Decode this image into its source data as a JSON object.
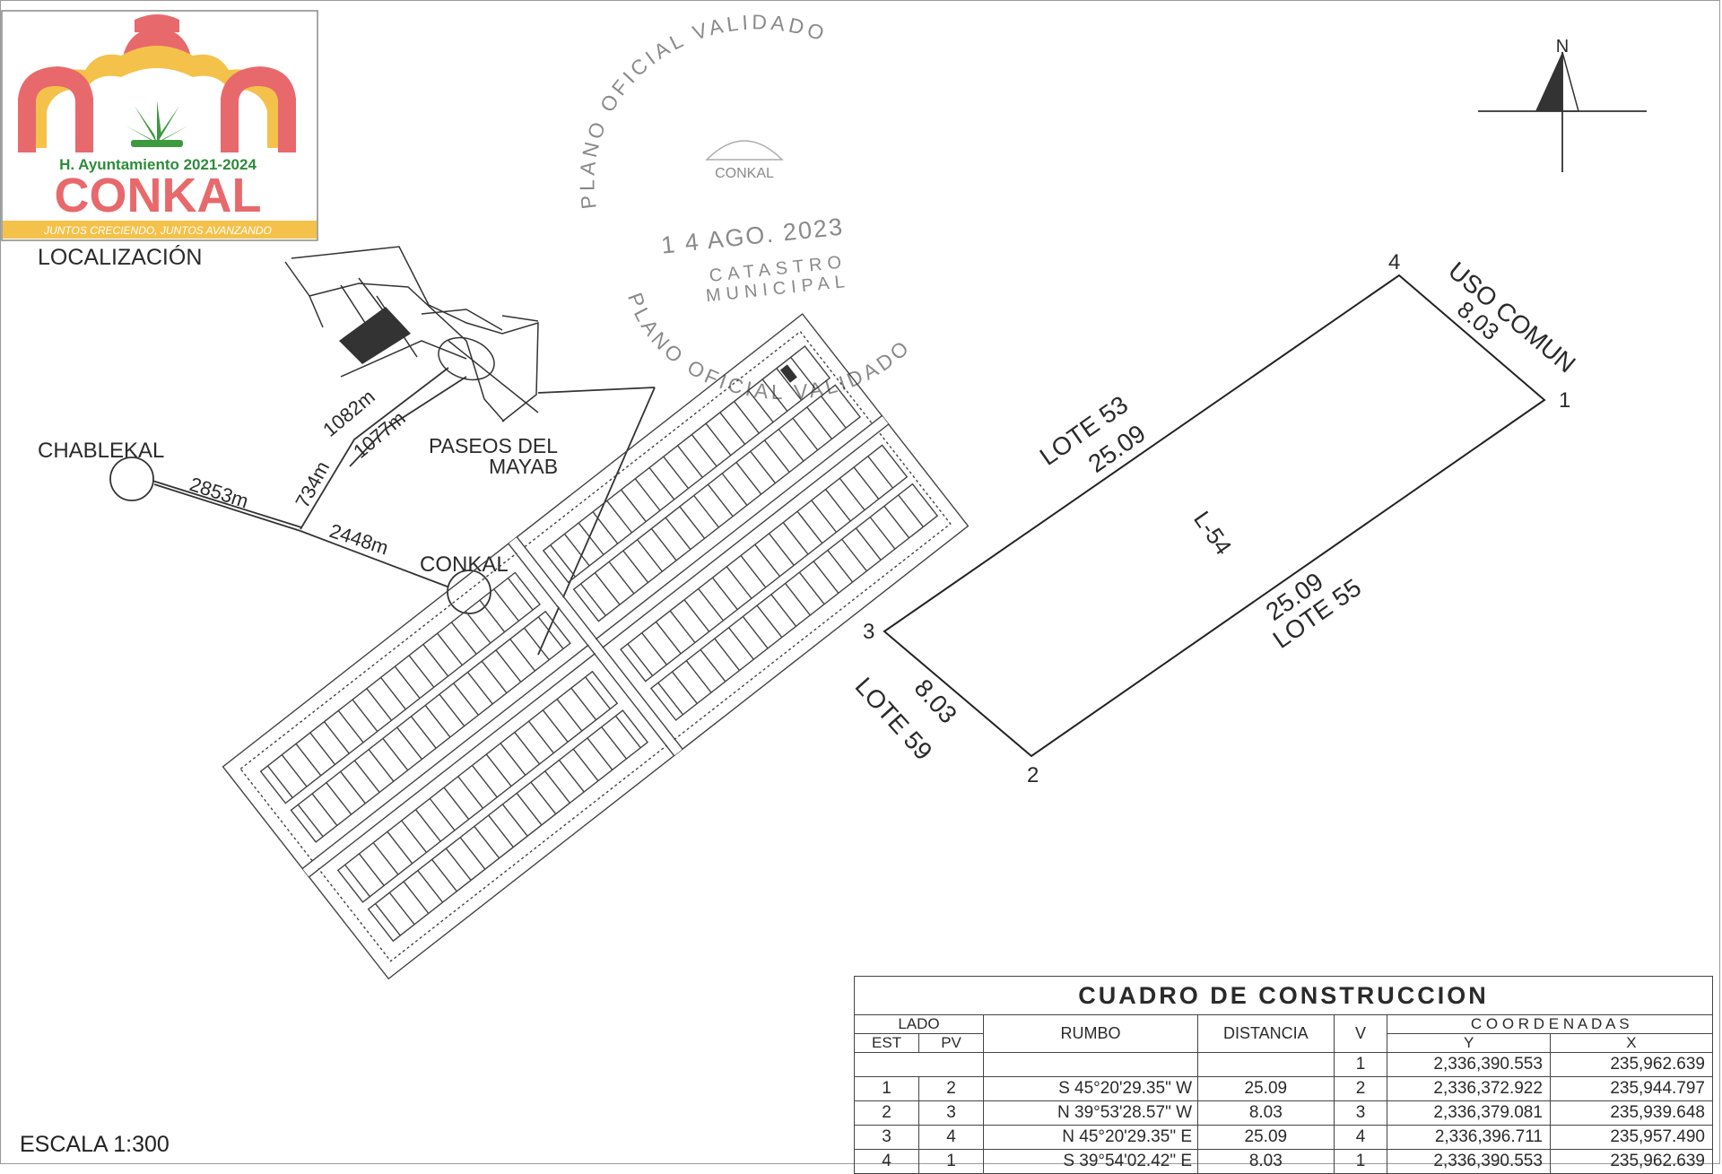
{
  "logo": {
    "subtitle": "H. Ayuntamiento 2021-2024",
    "name": "CONKAL",
    "slogan": "JUNTOS CRECIENDO, JUNTOS AVANZANDO"
  },
  "location_map": {
    "title": "LOCALIZACIÓN",
    "places": [
      "CHABLEKAL",
      "PASEOS DEL",
      "MAYAB",
      "CONKAL"
    ],
    "distances": [
      "1082m",
      "1077m",
      "734m",
      "2853m",
      "2448m"
    ]
  },
  "stamp": {
    "top_text": "PLANO OFICIAL VALIDADO",
    "emblem_text": "CONKAL",
    "date": "1 4 AGO. 2023",
    "line1": "CATASTRO",
    "line2": "MUNICIPAL",
    "bottom_text": "PLANO OFICIAL VALIDADO"
  },
  "north_label": "N",
  "lot": {
    "id": "L-54",
    "vertices": [
      "1",
      "2",
      "3",
      "4"
    ],
    "side_top_neighbor": "LOTE 53",
    "side_top_length": "25.09",
    "side_right_neighbor": "USO COMUN",
    "side_right_length": "8.03",
    "side_bottom_neighbor": "LOTE 55",
    "side_bottom_length": "25.09",
    "side_left_neighbor": "LOTE 59",
    "side_left_length": "8.03"
  },
  "table": {
    "title": "CUADRO DE CONSTRUCCION",
    "lado": "LADO",
    "est": "EST",
    "pv": "PV",
    "rumbo": "RUMBO",
    "distancia": "DISTANCIA",
    "v": "V",
    "coordenadas": "C O O R D E N A D A S",
    "y": "Y",
    "x": "X",
    "first_row": {
      "v": "1",
      "y": "2,336,390.553",
      "x": "235,962.639"
    },
    "rows": [
      {
        "est": "1",
        "pv": "2",
        "rumbo": "S 45°20'29.35\" W",
        "dist": "25.09",
        "v": "2",
        "y": "2,336,372.922",
        "x": "235,944.797"
      },
      {
        "est": "2",
        "pv": "3",
        "rumbo": "N 39°53'28.57\" W",
        "dist": "8.03",
        "v": "3",
        "y": "2,336,379.081",
        "x": "235,939.648"
      },
      {
        "est": "3",
        "pv": "4",
        "rumbo": "N 45°20'29.35\" E",
        "dist": "25.09",
        "v": "4",
        "y": "2,336,396.711",
        "x": "235,957.490"
      },
      {
        "est": "4",
        "pv": "1",
        "rumbo": "S 39°54'02.42\" E",
        "dist": "8.03",
        "v": "1",
        "y": "2,336,390.553",
        "x": "235,962.639"
      }
    ]
  },
  "scale": "ESCALA 1:300"
}
